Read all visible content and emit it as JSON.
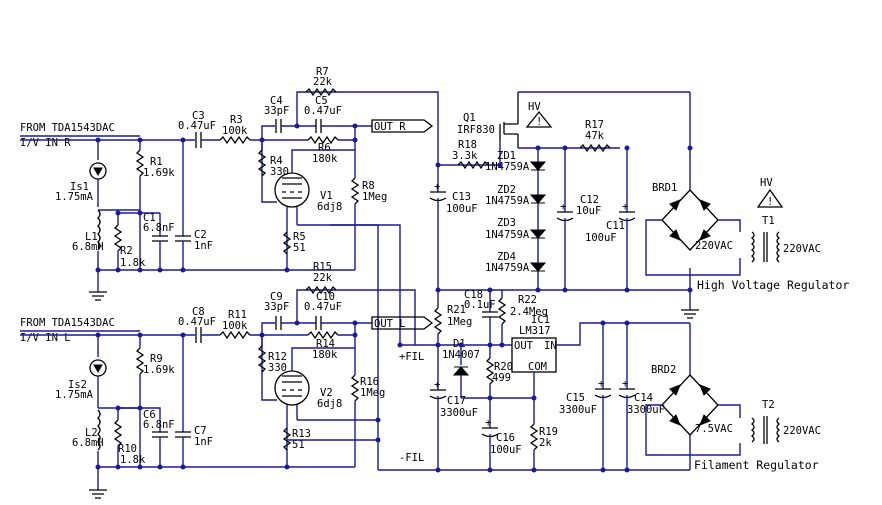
{
  "inputs": {
    "right": {
      "line1": "FROM TDA1543DAC",
      "line2": "I/V IN R"
    },
    "left": {
      "line1": "FROM TDA1543DAC",
      "line2": "I/V IN L"
    }
  },
  "channel_r": {
    "Is1": [
      "Is1",
      "1.75mA"
    ],
    "L1": [
      "L1",
      "6.8mH"
    ],
    "R1": [
      "R1",
      "1.69k"
    ],
    "C1": [
      "C1",
      "6.8nF"
    ],
    "R2": [
      "R2",
      "1.8k"
    ],
    "C2": [
      "C2",
      "1nF"
    ],
    "C3": [
      "C3",
      "0.47uF"
    ],
    "R3": [
      "R3",
      "100k"
    ],
    "C4": [
      "C4",
      "33pF"
    ],
    "C5": [
      "C5",
      "0.47uF"
    ],
    "R4": [
      "R4",
      "330"
    ],
    "R6": [
      "R6",
      "180k"
    ],
    "R7": [
      "R7",
      "22k"
    ],
    "V1": [
      "V1",
      "6dj8"
    ],
    "R5": [
      "R5",
      "51"
    ],
    "R8": [
      "R8",
      "1Meg"
    ],
    "out": "OUT R"
  },
  "channel_l": {
    "Is2": [
      "Is2",
      "1.75mA"
    ],
    "L2": [
      "L2",
      "6.8mH"
    ],
    "R9": [
      "R9",
      "1.69k"
    ],
    "C6": [
      "C6",
      "6.8nF"
    ],
    "R10": [
      "R10",
      "1.8k"
    ],
    "C7": [
      "C7",
      "1nF"
    ],
    "C8": [
      "C8",
      "0.47uF"
    ],
    "R11": [
      "R11",
      "100k"
    ],
    "C9": [
      "C9",
      "33pF"
    ],
    "C10": [
      "C10",
      "0.47uF"
    ],
    "R12": [
      "R12",
      "330"
    ],
    "R14": [
      "R14",
      "180k"
    ],
    "R15": [
      "R15",
      "22k"
    ],
    "V2": [
      "V2",
      "6dj8"
    ],
    "R13": [
      "R13",
      "51"
    ],
    "R16": [
      "R16",
      "1Meg"
    ],
    "out": "OUT L"
  },
  "hv": {
    "Q1": [
      "Q1",
      "IRF830"
    ],
    "R18": [
      "R18",
      "3.3k"
    ],
    "C13": [
      "C13",
      "100uF"
    ],
    "ZD1": [
      "ZD1",
      "1N4759A"
    ],
    "ZD2": [
      "ZD2",
      "1N4759A"
    ],
    "ZD3": [
      "ZD3",
      "1N4759A"
    ],
    "ZD4": [
      "ZD4",
      "1N4759A"
    ],
    "R17": [
      "R17",
      "47k"
    ],
    "C12": [
      "C12",
      "10uF"
    ],
    "C11": [
      "C11",
      "100uF"
    ],
    "BRD1": "BRD1",
    "T1": "T1",
    "sec": "220VAC",
    "pri": "220VAC",
    "hv_label": "HV",
    "title": "High Voltage Regulator"
  },
  "fil": {
    "R21": [
      "R21",
      "1Meg"
    ],
    "C18": [
      "C18",
      "0.1uF"
    ],
    "R22": [
      "R22",
      "2.4Meg"
    ],
    "D1": [
      "D1",
      "1N4007"
    ],
    "C17": [
      "C17",
      "3300uF"
    ],
    "IC1": [
      "IC1",
      "LM317"
    ],
    "R20": [
      "R20",
      "499"
    ],
    "C16": [
      "C16",
      "100uF"
    ],
    "R19": [
      "R19",
      "2k"
    ],
    "C15": [
      "C15",
      "3300uF"
    ],
    "C14": [
      "C14",
      "3300uF"
    ],
    "BRD2": "BRD2",
    "T2": "T2",
    "sec": "7.5VAC",
    "pri": "220VAC",
    "pin_out": "OUT",
    "pin_in": "IN",
    "pin_com": "COM",
    "plus_fil": "+FIL",
    "minus_fil": "-FIL",
    "title": "Filament Regulator"
  }
}
